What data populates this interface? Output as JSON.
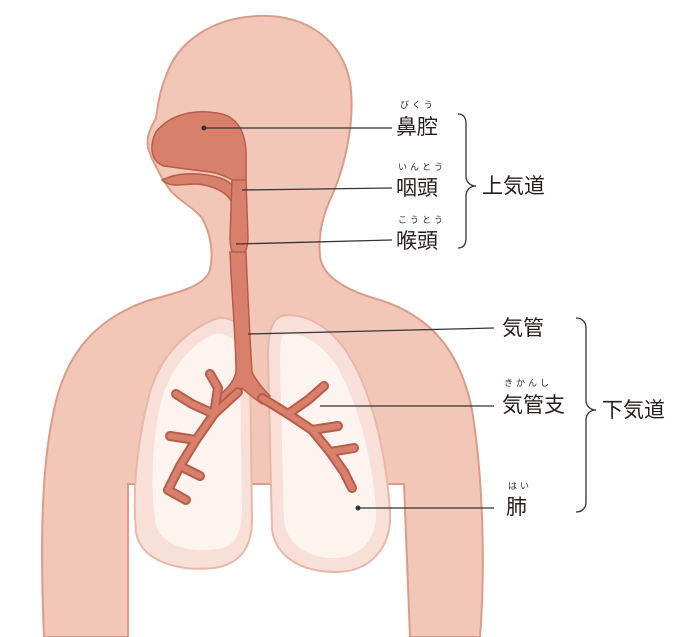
{
  "colors": {
    "background": "#ffffff",
    "body_fill": "#f2c7b8",
    "body_stroke": "#d99c89",
    "lung_fill": "#f8e0d8",
    "lung_inner": "#fdf3ef",
    "airway_fill": "#d9806c",
    "airway_stroke": "#b85c4a",
    "leader_line": "#333333"
  },
  "labels": {
    "nasal_cavity": {
      "text": "鼻腔",
      "ruby": "びくう"
    },
    "pharynx": {
      "text": "咽頭",
      "ruby": "いんとう"
    },
    "larynx": {
      "text": "喉頭",
      "ruby": "こうとう"
    },
    "trachea": {
      "text": "気管"
    },
    "bronchi": {
      "text": "気管支",
      "ruby": "きかんし"
    },
    "lung": {
      "text": "肺",
      "ruby": "はい"
    }
  },
  "groups": {
    "upper_airway": "上気道",
    "lower_airway": "下気道"
  }
}
